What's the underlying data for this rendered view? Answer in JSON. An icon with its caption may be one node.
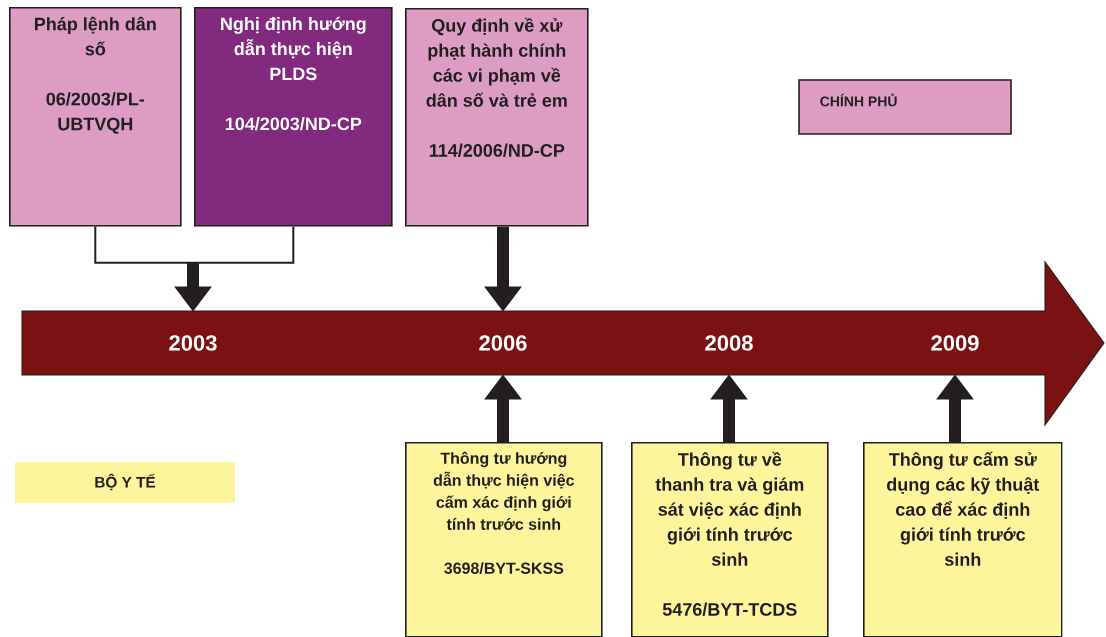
{
  "diagram": {
    "nodes": [
      {
        "text": [
          "Pháp lệnh dân số",
          "06/2003/PL-UBTVQH"
        ]
      },
      {
        "text": [
          "Nghị định hướng dẫn thực hiện PLDS",
          "104/2003/ND-CP"
        ]
      },
      {
        "text": [
          "Quy định về xử phạt hành chính các vi phạm về dân số và trẻ em",
          "114/2006/ND-CP"
        ]
      },
      {
        "text": [
          "2003"
        ]
      },
      {
        "text": [
          "2006"
        ]
      },
      {
        "text": [
          "2008"
        ]
      },
      {
        "text": [
          "2009"
        ]
      },
      {
        "text": [
          "Thông tư hướng dẫn thực hiện việc cấm xác định giới tính trước sinh",
          "3698/BYT-SKSS"
        ]
      },
      {
        "text": [
          "Thông tư về thanh tra và giám sát việc xác định giới tính trước sinh",
          "5476/BYT-TCDS"
        ]
      },
      {
        "text": [
          "Thông tư cấm sử dụng các kỹ thuật cao để xác định giới tính trước sinh"
        ]
      }
    ],
    "edges": [
      {
        "from": 0,
        "to": 3,
        "arrow": "to"
      },
      {
        "from": 1,
        "to": 3,
        "arrow": "to"
      },
      {
        "from": 2,
        "to": 4,
        "arrow": "to"
      },
      {
        "from": 7,
        "to": 4,
        "arrow": "to"
      },
      {
        "from": 8,
        "to": 5,
        "arrow": "to"
      },
      {
        "from": 9,
        "to": 6,
        "arrow": "to"
      }
    ],
    "legend": [
      {
        "text": "CHÍNH PHỦ",
        "color": "#dc9cc4"
      },
      {
        "text": "BỘ Y TẾ",
        "color": "#fdf59c"
      }
    ]
  }
}
